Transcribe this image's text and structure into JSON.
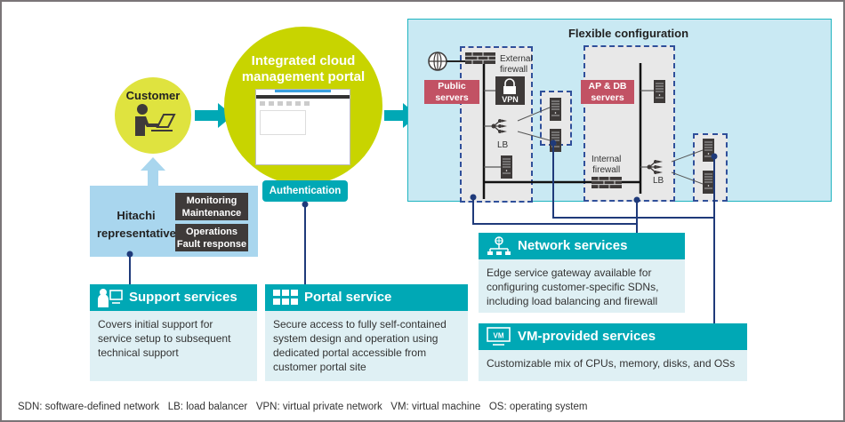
{
  "customer": {
    "label": "Customer",
    "icon": "person-at-laptop-icon"
  },
  "portal": {
    "title_line1": "Integrated cloud",
    "title_line2": "management portal",
    "screenshot": "portal-screenshot-thumbnail",
    "auth_label": "Authentication"
  },
  "hitachi": {
    "label_line1": "Hitachi",
    "label_line2": "representative",
    "tags": [
      {
        "line1": "Monitoring",
        "line2": "Maintenance"
      },
      {
        "line1": "Operations",
        "line2": "Fault response"
      }
    ]
  },
  "config": {
    "title": "Flexible configuration",
    "public_servers": {
      "line1": "Public",
      "line2": "servers"
    },
    "ap_db_servers": {
      "line1": "AP & DB",
      "line2": "servers"
    },
    "external_firewall": {
      "line1": "External",
      "line2": "firewall"
    },
    "internal_firewall": {
      "line1": "Internal",
      "line2": "firewall"
    },
    "vpn_label": "VPN",
    "lb_label_1": "LB",
    "lb_label_2": "LB"
  },
  "services": {
    "support": {
      "title": "Support services",
      "icon": "support-person-computer-icon",
      "description": "Covers initial support for service setup to subsequent technical support"
    },
    "portal": {
      "title": "Portal service",
      "icon": "grid-tiles-icon",
      "description": "Secure access to fully self-contained system design and operation using dedicated portal accessible from customer portal site"
    },
    "network": {
      "title": "Network services",
      "icon": "network-topology-icon",
      "description": "Edge service gateway available for configuring customer-specific SDNs, including load balancing and firewall"
    },
    "vm": {
      "title": "VM-provided services",
      "icon": "vm-monitor-icon",
      "icon_text": "VM",
      "description": "Customizable mix of CPUs, memory, disks, and OSs"
    }
  },
  "footnote": "SDN: software-defined network   LB: load balancer   VPN: virtual private network   VM: virtual machine   OS: operating system",
  "colors": {
    "teal": "#00a8b5",
    "lime": "#c8d400",
    "customer_circle": "#dfe33f",
    "light_blue": "#a9d6ee",
    "config_bg": "#c9e9f3",
    "navy": "#1f3a7a",
    "red_tag": "#c25264",
    "dark_tag": "#3e3a39"
  }
}
